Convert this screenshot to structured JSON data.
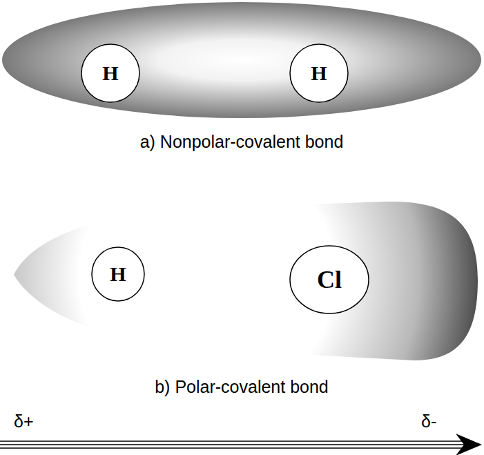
{
  "diagram": {
    "nodes": [
      {
        "text": [
          "H"
        ]
      },
      {
        "text": [
          "H"
        ]
      },
      {
        "text": [
          "H"
        ]
      },
      {
        "text": [
          "Cl"
        ]
      }
    ],
    "labels": [
      "a) Nonpolar-covalent bond",
      "b) Polar-covalent bond",
      "δ+",
      "δ-"
    ]
  }
}
